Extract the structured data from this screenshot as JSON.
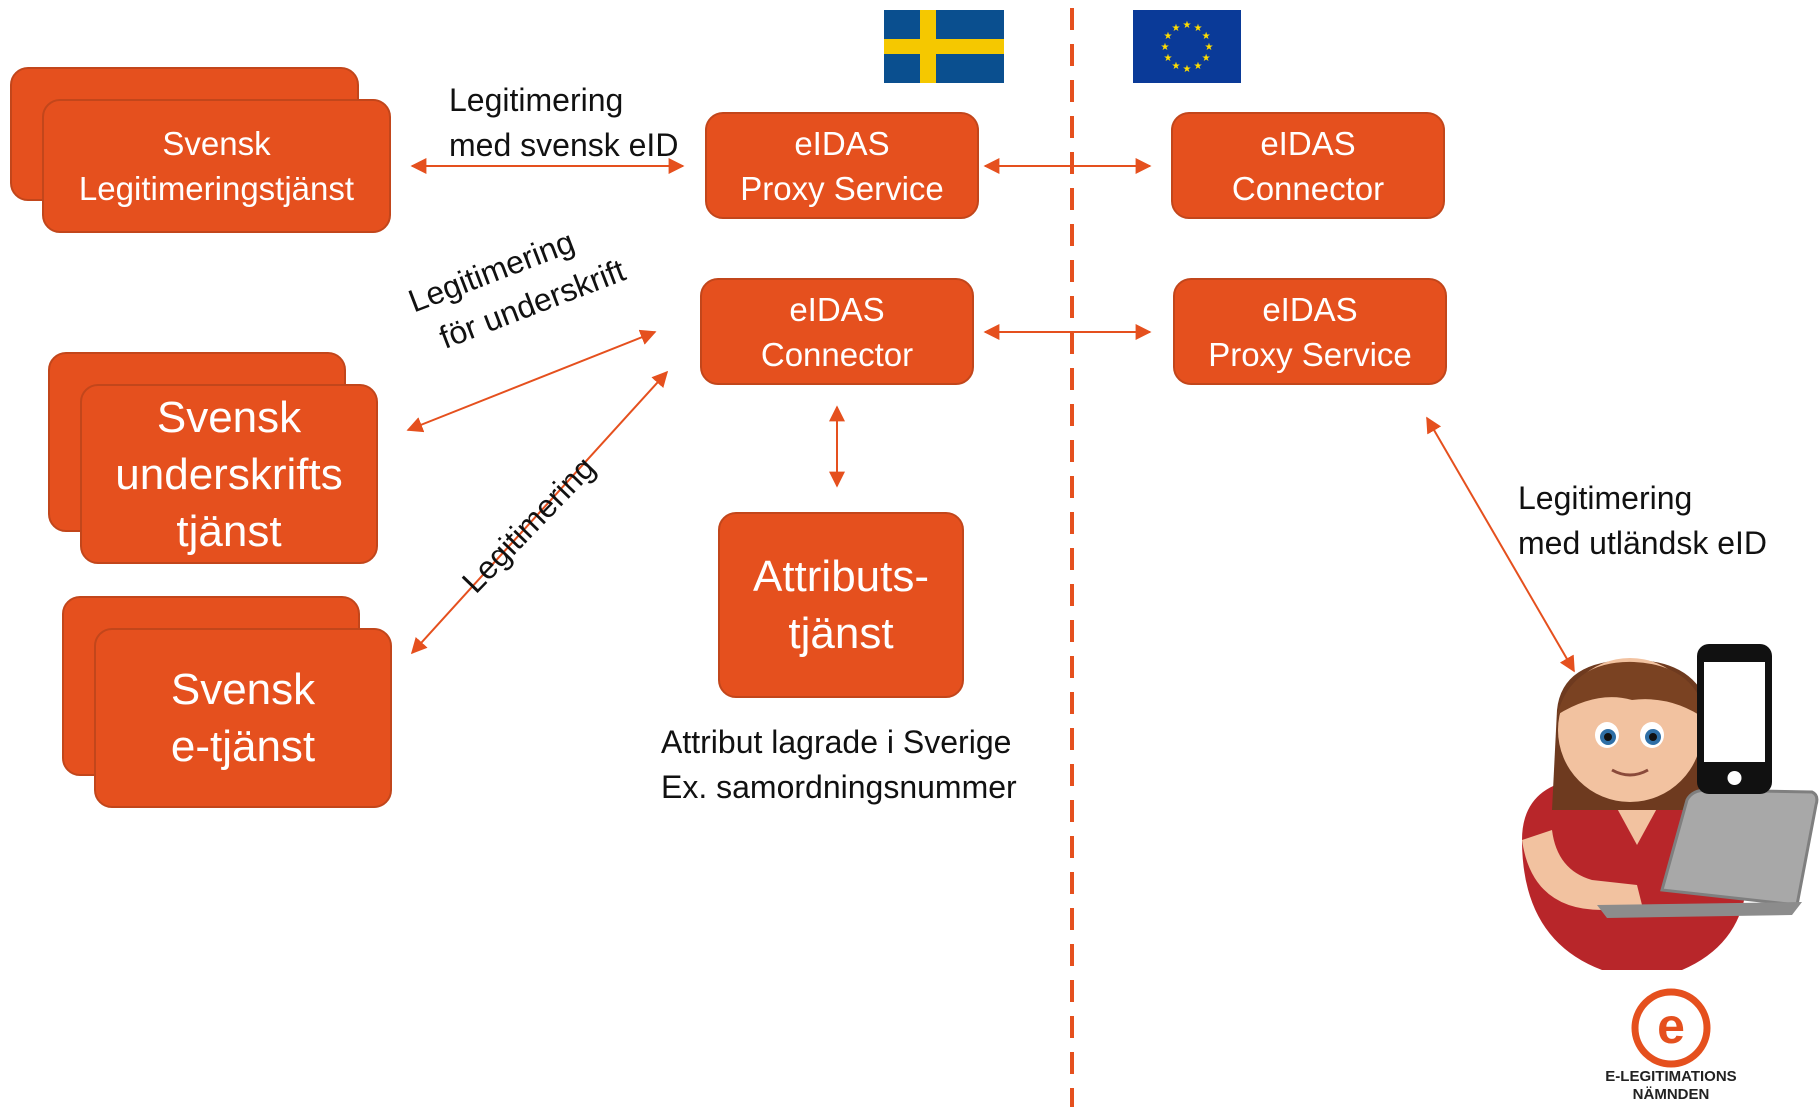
{
  "colors": {
    "box_fill": "#e5501e",
    "box_border": "#c2461b",
    "arrow": "#e5501e",
    "divider": "#e5501e"
  },
  "left_services": {
    "legitimering": [
      "Svensk",
      "Legitimeringstjänst"
    ],
    "underskrift": [
      "Svensk",
      "underskrifts",
      "tjänst"
    ],
    "etjanst": [
      "Svensk",
      "e-tjänst"
    ]
  },
  "center_nodes": {
    "proxy_service": [
      "eIDAS",
      "Proxy Service"
    ],
    "connector": [
      "eIDAS",
      "Connector"
    ],
    "attribut": [
      "Attributs-",
      "tjänst"
    ]
  },
  "right_nodes": {
    "connector": [
      "eIDAS",
      "Connector"
    ],
    "proxy_service": [
      "eIDAS",
      "Proxy Service"
    ]
  },
  "edge_labels": {
    "svensk_eid": [
      "Legitimering",
      "med svensk eID"
    ],
    "underskrift": [
      "Legitimering",
      "för underskrift"
    ],
    "legitimering": "Legitimering",
    "utlandsk_eid": [
      "Legitimering",
      "med utländsk eID"
    ]
  },
  "attribute_note": [
    "Attribut lagrade i Sverige",
    "Ex. samordningsnummer"
  ],
  "flags": {
    "left": "sweden-flag",
    "right": "eu-flag"
  },
  "logo": {
    "letter": "e",
    "text": [
      "E-LEGITIMATIONS",
      "NÄMNDEN"
    ]
  },
  "illustration": "person-with-phone-and-laptop"
}
